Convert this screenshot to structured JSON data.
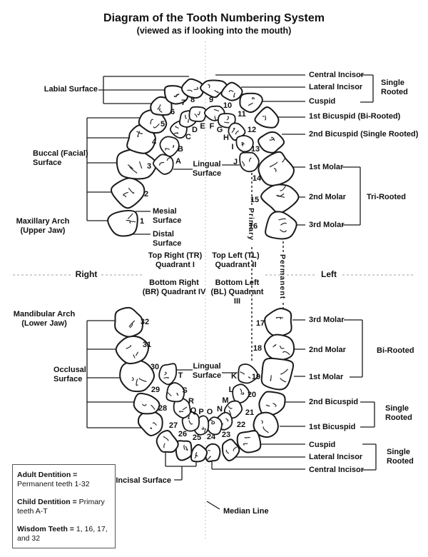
{
  "title": "Diagram of the Tooth Numbering System",
  "subtitle": "(viewed as if looking into the mouth)",
  "left_labels": {
    "labial": "Labial Surface",
    "buccal": "Buccal (Facial) Surface",
    "maxillary": "Maxillary Arch (Upper Jaw)",
    "mandibular": "Mandibular Arch (Lower Jaw)",
    "occlusal": "Occlusal Surface",
    "incisal": "Incisal Surface"
  },
  "center_labels": {
    "lingual_upper": "Lingual Surface",
    "lingual_lower": "Lingual Surface",
    "mesial": "Mesial Surface",
    "distal": "Distal Surface",
    "quadrant_tr": "Top Right (TR) Quadrant I",
    "quadrant_tl": "Top Left (TL) Quadrant II",
    "quadrant_br": "Bottom Right (BR) Quadrant IV",
    "quadrant_bl": "Bottom Left (BL) Quadrant III",
    "right": "Right",
    "left": "Left",
    "primary": "Primary",
    "permanent": "Permanent",
    "median": "Median Line"
  },
  "right_labels": {
    "upper": [
      "Central Incisor",
      "Lateral Incisor",
      "Cuspid",
      "1st Bicuspid (Bi-Rooted)",
      "2nd Bicuspid (Single Rooted)",
      "1st Molar",
      "2nd Molar",
      "3rd Molar"
    ],
    "upper_group_incisors": "Single Rooted",
    "upper_group_molars": "Tri-Rooted",
    "lower": [
      "3rd Molar",
      "2nd Molar",
      "1st Molar",
      "2nd Bicuspid",
      "1st Bicuspid",
      "Cuspid",
      "Lateral Incisor",
      "Central Incisor"
    ],
    "lower_group_molars": "Bi-Rooted",
    "lower_group_bicuspids": "Single Rooted",
    "lower_group_incisors": "Single Rooted"
  },
  "teeth": {
    "upper_permanent": [
      "1",
      "2",
      "3",
      "4",
      "5",
      "6",
      "7",
      "8",
      "9",
      "10",
      "11",
      "12",
      "13",
      "14",
      "15",
      "16"
    ],
    "upper_primary": [
      "A",
      "B",
      "C",
      "D",
      "E",
      "F",
      "G",
      "H",
      "I",
      "J"
    ],
    "lower_permanent": [
      "17",
      "18",
      "19",
      "20",
      "21",
      "22",
      "23",
      "24",
      "25",
      "26",
      "27",
      "28",
      "29",
      "30",
      "31",
      "32"
    ],
    "lower_primary": [
      "K",
      "L",
      "M",
      "N",
      "O",
      "P",
      "Q",
      "R",
      "S",
      "T"
    ]
  },
  "legend": [
    {
      "term": "Adult Dentition =",
      "rest": "Permanent teeth 1-32"
    },
    {
      "term": "Child Dentition =",
      "rest": "Primary teeth A-T"
    },
    {
      "term": "Wisdom Teeth =",
      "rest": "1, 16, 17, and 32"
    }
  ]
}
